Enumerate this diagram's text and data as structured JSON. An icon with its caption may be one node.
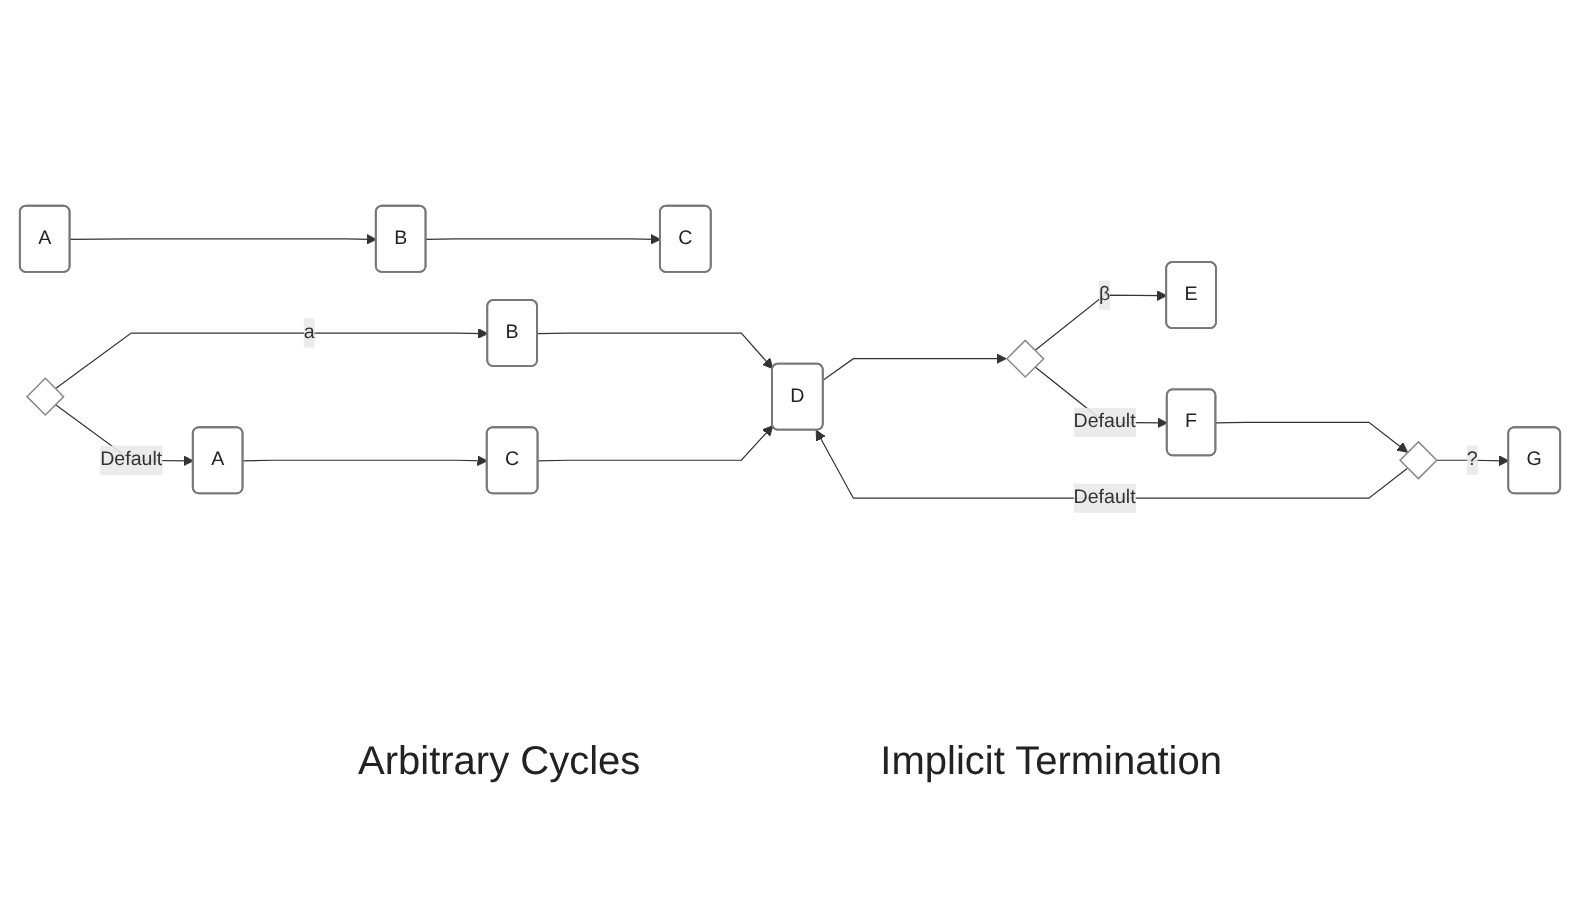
{
  "diagram": {
    "nodes": [
      {
        "text": [],
        "shape": "diamond"
      },
      {
        "text": [
          "B"
        ]
      },
      {
        "text": [
          "A"
        ]
      },
      {
        "text": [
          "C"
        ]
      },
      {
        "text": [
          "D"
        ]
      },
      {
        "text": [],
        "shape": "diamond"
      },
      {
        "text": [
          "E"
        ]
      },
      {
        "text": [
          "F"
        ]
      },
      {
        "text": [],
        "shape": "diamond"
      },
      {
        "text": [
          "G"
        ]
      },
      {
        "text": [
          "A"
        ]
      },
      {
        "text": [
          "B"
        ]
      },
      {
        "text": [
          "C"
        ]
      }
    ],
    "edges": [
      {
        "from": 0,
        "to": 1,
        "arrow": "to",
        "label": "a"
      },
      {
        "from": 0,
        "to": 2,
        "arrow": "to",
        "label": "Default"
      },
      {
        "from": 1,
        "to": 4,
        "arrow": "to"
      },
      {
        "from": 2,
        "to": 3,
        "arrow": "to"
      },
      {
        "from": 3,
        "to": 4,
        "arrow": "to"
      },
      {
        "from": 4,
        "to": 5,
        "arrow": "to"
      },
      {
        "from": 5,
        "to": 6,
        "arrow": "to",
        "label": "β"
      },
      {
        "from": 5,
        "to": 7,
        "arrow": "to",
        "label": "Default"
      },
      {
        "from": 7,
        "to": 8,
        "arrow": "to"
      },
      {
        "from": 8,
        "to": 9,
        "arrow": "to",
        "label": "?"
      },
      {
        "from": 8,
        "to": 4,
        "arrow": "to",
        "label": "Default"
      },
      {
        "from": 10,
        "to": 11,
        "arrow": "to"
      },
      {
        "from": 11,
        "to": 12,
        "arrow": "to"
      }
    ],
    "labels": [
      "Arbitrary Cycles",
      "Implicit Termination"
    ]
  }
}
